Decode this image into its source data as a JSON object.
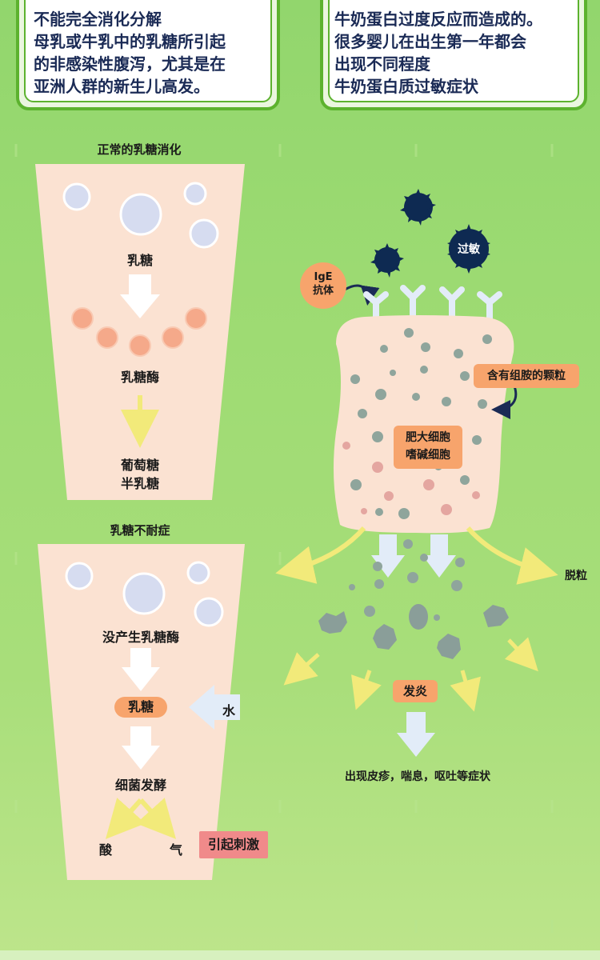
{
  "top_left_box": {
    "lines": [
      "不能完全消化分解",
      "母乳或牛乳中的乳糖所引起",
      "的非感染性腹泻，尤其是在",
      "亚洲人群的新生儿高发。"
    ]
  },
  "top_right_box": {
    "lines": [
      "牛奶蛋白过度反应而造成的。",
      "很多婴儿在出生第一年都会",
      "出现不同程度",
      "牛奶蛋白质过敏症状"
    ]
  },
  "normal_digestion": {
    "title": "正常的乳糖消化",
    "lactose": "乳糖",
    "lactase": "乳糖酶",
    "products_line1": "葡萄糖",
    "products_line2": "半乳糖"
  },
  "intolerance": {
    "title": "乳糖不耐症",
    "no_enzyme": "没产生乳糖酶",
    "lactose": "乳糖",
    "water": "水",
    "fermentation": "细菌发酵",
    "acid": "酸",
    "gas": "气",
    "irritation": "引起刺激"
  },
  "allergy": {
    "allergen_label": "过敏",
    "ige_line1": "IgE",
    "ige_line2": "抗体",
    "granules_label": "含有组胺的颗粒",
    "cell_line1": "肥大细胞",
    "cell_line2": "嗜碱细胞",
    "degranulation": "脱粒",
    "inflammation": "发炎",
    "symptoms": "出现皮疹，喘息，呕吐等症状"
  },
  "colors": {
    "background": "#9edb73",
    "box_border": "#5cb22e",
    "text_navy": "#1a2a55",
    "cup_fill": "#fbe2d2",
    "bubble": "#d6dcf0",
    "enzyme": "#f5a98a",
    "arrow_yellow": "#f2ea7a",
    "arrow_blue": "#e2ecf8",
    "pill_orange": "#f7a46c",
    "pill_pink": "#f08a8a",
    "allergen_dark": "#0e2a52",
    "granule_gray": "#8fa59c"
  }
}
